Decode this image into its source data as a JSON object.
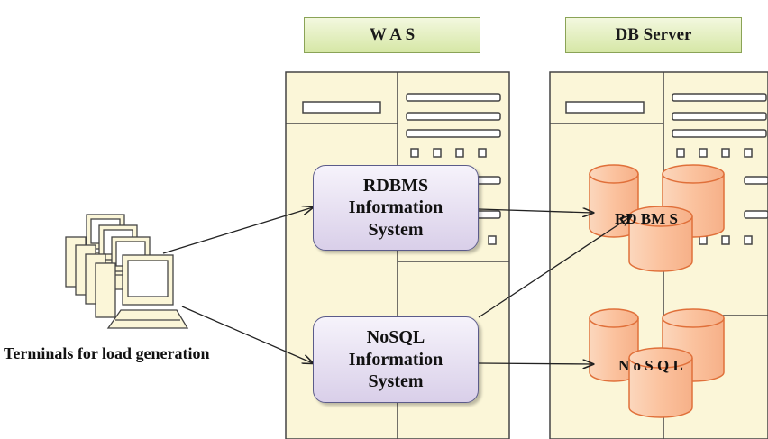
{
  "servers": {
    "was": {
      "title": "W A S"
    },
    "db": {
      "title": "DB Server"
    }
  },
  "systems": {
    "rdbms": {
      "label": "RDBMS\nInformation\nSystem"
    },
    "nosql": {
      "label": "NoSQL\nInformation\nSystem"
    }
  },
  "databases": {
    "rdbms": {
      "label": "RD BM S"
    },
    "nosql": {
      "label": "N o S Q L"
    }
  },
  "terminals": {
    "label": "Terminals for load generation"
  },
  "colors": {
    "server_fill": "#fbf6d8",
    "cylinder_fill": "#fbc9a8",
    "cylinder_stroke": "#e0703a",
    "header_fill": "#d6e7a6",
    "box_fill": "#d9cfe9"
  }
}
